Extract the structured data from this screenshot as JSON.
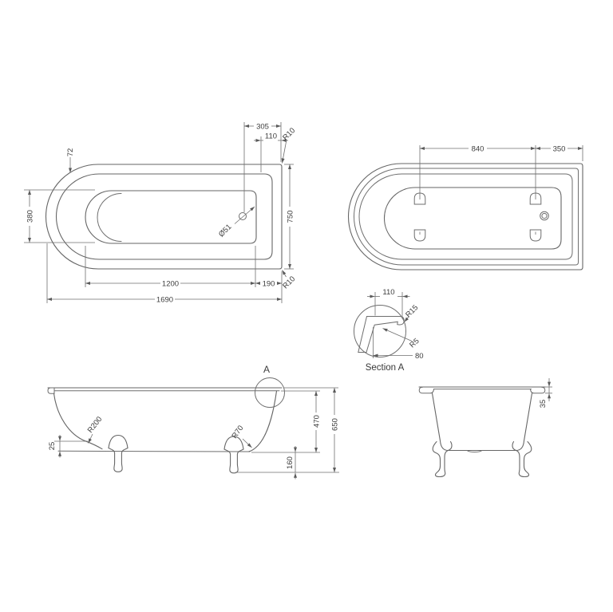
{
  "drawing": {
    "plan_view": {
      "overall_length": "1690",
      "inner_length": "1200",
      "drain_to_end": "190",
      "overall_width": "750",
      "inner_width": "380",
      "rim_offset": "72",
      "drain_offset": "305",
      "rim_to_edge": "110",
      "corner_radius_top": "R10",
      "corner_radius_bottom": "R10",
      "drain_diameter": "Ø51"
    },
    "underside_view": {
      "feet_spacing": "840",
      "feet_to_end": "350"
    },
    "side_view": {
      "overall_height": "650",
      "rim_to_base": "470",
      "floor_clearance": "160",
      "base_step": "25",
      "base_radius": "R200",
      "end_radius": "R70",
      "detail_marker": "A"
    },
    "end_view": {
      "rim_drop": "35"
    },
    "section_detail": {
      "title": "Section A",
      "rim_width_top": "110",
      "outer_radius": "R15",
      "inner_radius": "R5",
      "rim_width_bottom": "80"
    },
    "colors": {
      "line": "#666666",
      "dimension": "#6f6f6f",
      "text": "#3d3d3d",
      "background": "#ffffff"
    }
  }
}
